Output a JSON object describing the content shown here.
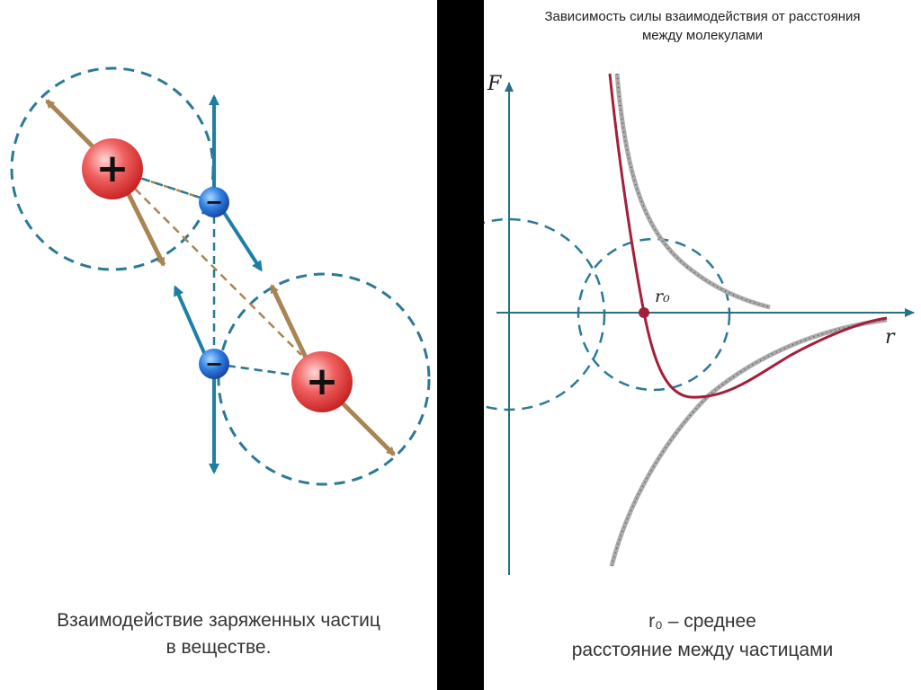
{
  "left_panel": {
    "caption_line1": "Взаимодействие заряженных частиц",
    "caption_line2": "в веществе.",
    "positive_symbol": "+",
    "negative_symbol": "−",
    "colors": {
      "orbit": "#2b7a95",
      "arrow_tan": "#a88552",
      "arrow_blue": "#1e7fa6",
      "positive": "#e23c3c",
      "negative": "#2a5bd7"
    }
  },
  "right_panel": {
    "title_line1": "Зависимость силы взаимодействия от расстояния",
    "title_line2": "между молекулами",
    "axis_y_label": "F",
    "axis_x_label": "r",
    "point_label": "r₀",
    "caption_line1": "r₀ – среднее",
    "caption_line2": "расстояние между частицами",
    "colors": {
      "axis": "#2b6f86",
      "curve_total": "#a31f3a",
      "curve_components": "#999999",
      "orbit": "#2b7a95"
    }
  }
}
